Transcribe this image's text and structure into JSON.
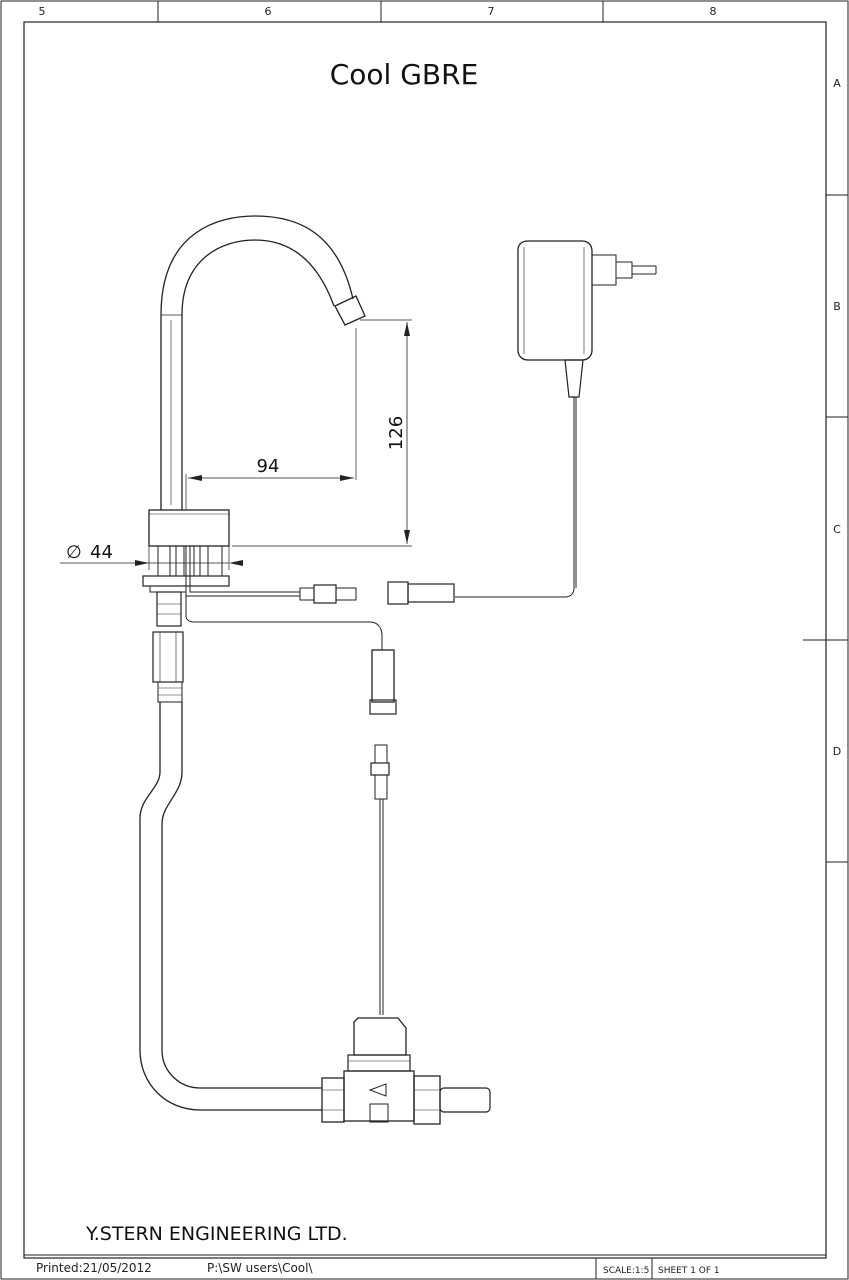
{
  "title": "Cool GBRE",
  "company": "Y.STERN ENGINEERING LTD.",
  "zones": {
    "columns": [
      "5",
      "6",
      "7",
      "8"
    ],
    "rows": [
      "A",
      "B",
      "C",
      "D"
    ]
  },
  "dimensions": {
    "height": "126",
    "reach": "94",
    "diameter_symbol": "∅",
    "diameter": "44"
  },
  "footer": {
    "printed": "Printed:21/05/2012",
    "path": "P:\\SW users\\Cool\\",
    "scale": "SCALE:1:5",
    "sheet": "SHEET 1 OF 1"
  }
}
